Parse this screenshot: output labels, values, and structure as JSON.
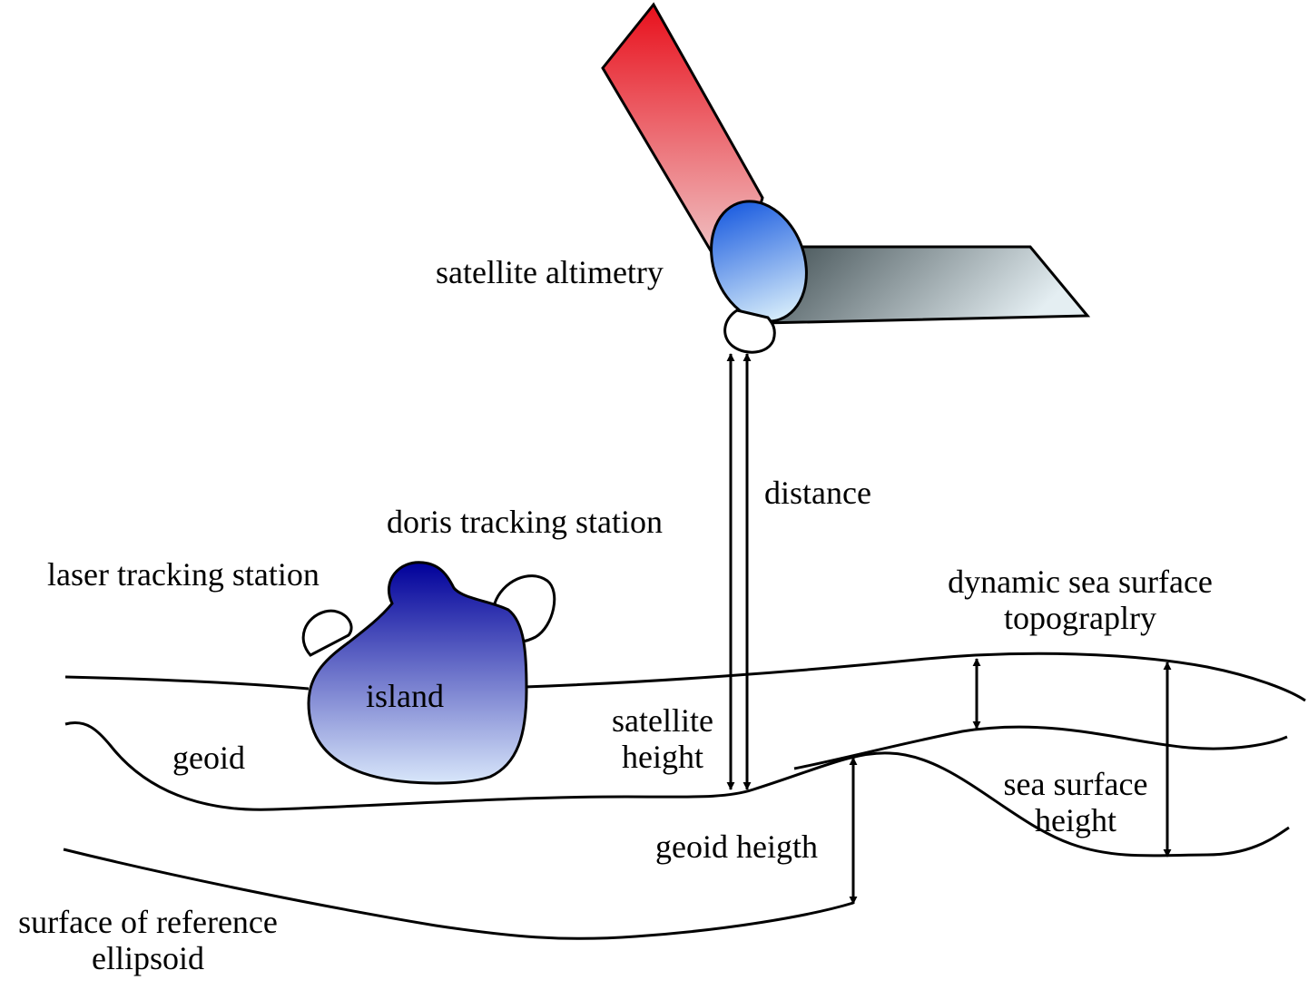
{
  "labels": {
    "satellite_altimetry": "satellite altimetry",
    "distance": "distance",
    "doris_tracking_station": "doris tracking station",
    "laser_tracking_station": "laser tracking station",
    "island": "island",
    "dynamic_sea_surface_line1": "dynamic sea surface",
    "dynamic_sea_surface_line2": "topograplry",
    "satellite_height_line1": "satellite",
    "satellite_height_line2": "height",
    "geoid": "geoid",
    "sea_surface_height_line1": "sea surface",
    "sea_surface_height_line2": "height",
    "geoid_height": "geoid heigth",
    "reference_ellipsoid_line1": "surface of reference",
    "reference_ellipsoid_line2": "ellipsoid"
  },
  "colors": {
    "panel_red_top": "#e8101c",
    "panel_red_bottom": "#f1dcdc",
    "panel_gray_left": "#3e4c50",
    "panel_gray_right": "#e4eef2",
    "satellite_body_top": "#1f5fe0",
    "satellite_body_bottom": "#d6ecfa",
    "island_top": "#00009a",
    "island_bottom": "#d8e6fa",
    "stroke": "#000000"
  }
}
